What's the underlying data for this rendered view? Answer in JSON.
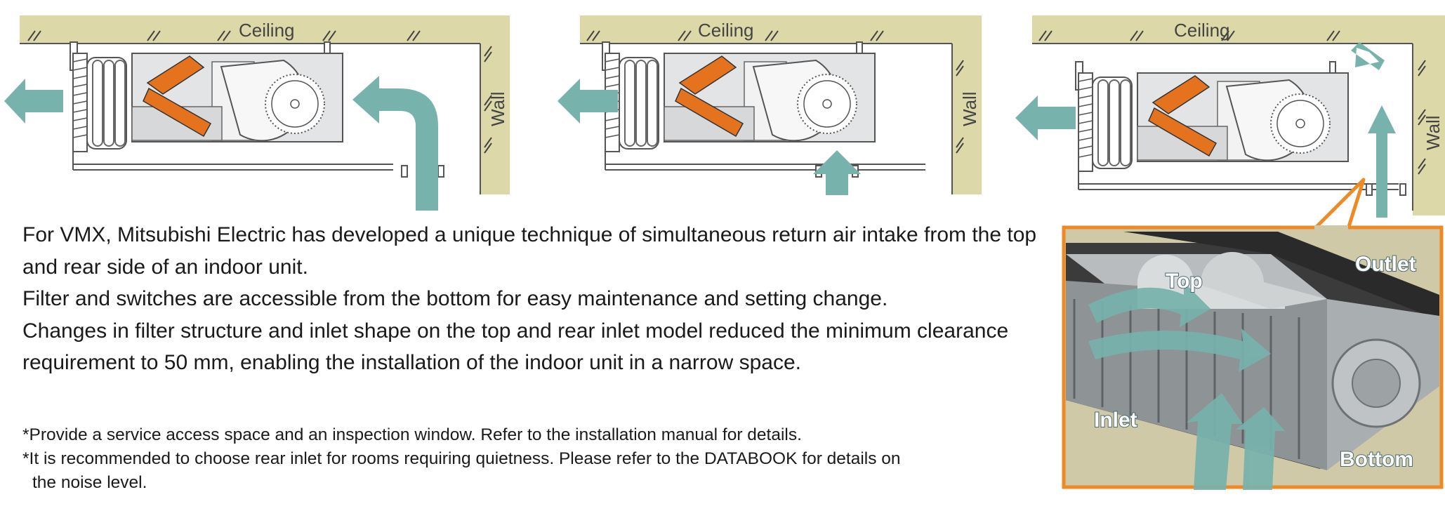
{
  "colors": {
    "ceiling": "#dcd8a8",
    "unit_fill": "#e2e4e6",
    "arrow": "#78b2ac",
    "damper": "#e5731d",
    "callout_border": "#ee8a25"
  },
  "diagrams": [
    {
      "ceiling_label": "Ceiling",
      "wall_label": "Wall"
    },
    {
      "ceiling_label": "Ceiling",
      "wall_label": "Wall"
    },
    {
      "ceiling_label": "Ceiling",
      "wall_label": "Wall"
    }
  ],
  "photo": {
    "labels": {
      "top": "Top",
      "outlet": "Outlet",
      "inlet": "Inlet",
      "bottom": "Bottom"
    }
  },
  "description": {
    "paragraphs": [
      "For VMX, Mitsubishi Electric has developed a unique technique of simultaneous return air intake from the top and rear side of an indoor unit.",
      "Filter and switches are accessible from the bottom for easy maintenance and setting change.",
      "Changes in filter structure and inlet shape on the top and rear inlet model reduced the minimum clearance requirement to 50 mm, enabling the installation of the indoor unit in a narrow space."
    ]
  },
  "notes": [
    "*Provide a service access space and an inspection window. Refer to the installation manual for details.",
    "*It is recommended to choose rear inlet for rooms requiring quietness. Please refer to the DATABOOK for details on",
    "the noise level."
  ]
}
